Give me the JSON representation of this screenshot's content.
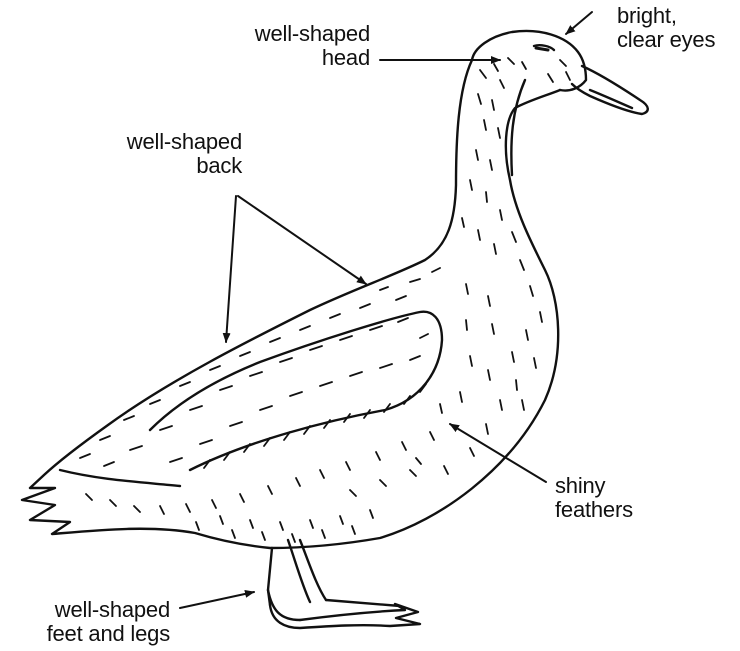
{
  "labels": {
    "head": {
      "line1": "well-shaped",
      "line2": "head"
    },
    "eyes": {
      "line1": "bright,",
      "line2": "clear eyes"
    },
    "back": {
      "line1": "well-shaped",
      "line2": "back"
    },
    "feathers": {
      "line1": "shiny",
      "line2": "feathers"
    },
    "legs": {
      "line1": "well-shaped",
      "line2": "feet and legs"
    }
  },
  "colors": {
    "ink": "#111111",
    "background": "#ffffff"
  }
}
